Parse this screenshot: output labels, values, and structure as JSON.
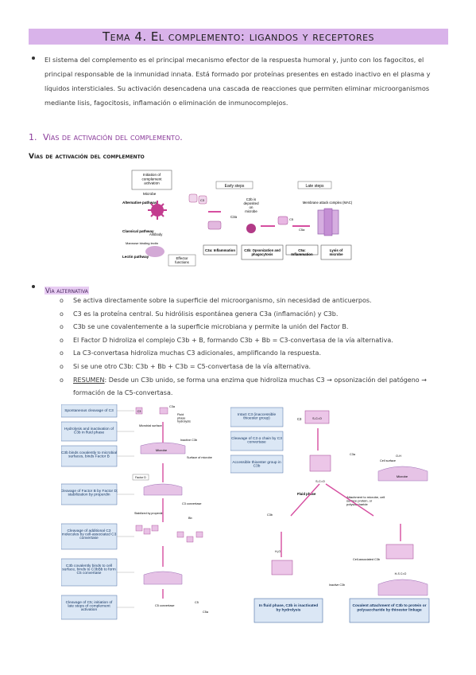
{
  "title": "Tema 4. El complemento: ligandos y receptores",
  "intro": "El sistema del complemento es el principal mecanismo efector de la respuesta humoral y, junto con los fagocitos, el principal responsable de la inmunidad innata. Está formado por proteínas presentes en estado inactivo en el plasma y líquidos intersticiales. Su activación desencadena una cascada de reacciones que permiten eliminar microorganismos mediante lisis, fagocitosis, inflamación o eliminación de inmunocomplejos.",
  "section1": {
    "number": "1.",
    "title": "Vías de activación del complemento."
  },
  "subheading": "Vías de activación del complemento",
  "figure1": {
    "initiation": "Initiation of complement activation",
    "early": "Early steps",
    "late": "Late steps",
    "microbe": "Microbe",
    "alternative": "Alternative pathway",
    "classical": "Classical pathway",
    "antibody": "Antibody",
    "mannose": "Mannose binding lectin",
    "lectin": "Lectin pathway",
    "c3": "C3",
    "c3a": "C3a",
    "c3b_deposit": "C3b is deposited on microbe",
    "c5": "C5",
    "c5a": "C5a",
    "mac": "Membrane attack complex (MAC)",
    "effector": "Effector functions",
    "box_c3a": "C3a: Inflammation",
    "box_c3b": "C3b: Opsonization and phagocytosis",
    "box_c5a": "C5a: Inflammation",
    "box_lysis": "Lysis of microbe"
  },
  "via_alternativa": {
    "label": "Vía alternativa",
    "items": [
      {
        "text": "Se activa directamente sobre la superficie del microorganismo, sin necesidad de anticuerpos."
      },
      {
        "text": "C3 es la proteína central. Su hidrólisis espontánea genera C3a (inflamación) y C3b."
      },
      {
        "text": "C3b se une covalentemente a la superficie microbiana y permite la unión del Factor B."
      },
      {
        "text": "El Factor D hidroliza el complejo C3b + B, formando C3b + Bb = C3-convertasa de la vía alternativa."
      },
      {
        "text": "La C3-convertasa hidroliza muchas C3 adicionales, amplificando la respuesta."
      },
      {
        "text": "Si se une otro C3b: C3b + Bb + C3b = C5-convertasa de la vía alternativa."
      },
      {
        "lead": "RESUMEN",
        "text": ": Desde un C3b unido, se forma una enzima que hidroliza muchas C3 → opsonización del patógeno → formación de la C5-convertasa."
      }
    ]
  },
  "figure2": {
    "steps": [
      "Spontaneous cleavage of C3",
      "Hydrolysis and inactivation of C3b in fluid phase",
      "C3b binds covalently to microbial surfaces, binds Factor B",
      "Cleavage of Factor B by Factor D; stabilization by properdin",
      "Cleavage of additional C3 molecules by cell-associated C3 convertase",
      "C3b covalently binds to cell surface, binds to C3bBb to form C5 convertase",
      "Cleavage of C5; initiation of late steps of complement activation"
    ],
    "fluid_phase_hydrolysis": "Fluid phase hydrolysis",
    "microbial_surface": "Microbial surface",
    "inactive_c3b": "Inactive C3b",
    "microbe": "Microbe",
    "surface_of_microbe": "Surface of microbe",
    "factor_d": "Factor D",
    "c3_convertase": "C3 convertase",
    "stabilized": "Stabilized by properdin",
    "c5_convertase": "C5 convertase",
    "right_boxes": [
      "Intact C3 (inaccessible thioester group)",
      "Cleavage of C3 α chain by C3 convertase",
      "Accessible thioester group in C3b"
    ],
    "cell_surface": "Cell surface",
    "attachment": "Attachment to microbe, cell surface protein, or polysaccharide",
    "fluid_phase": "Fluid phase",
    "cell_associated": "Cell-associated C3b",
    "inactive": "Inactive C3b",
    "bottom_left": "In fluid phase, C3b is inactivated by hydrolysis",
    "bottom_right": "Covalent attachment of C3b to protein or polysaccharide by thioester linkage",
    "c3": "C3",
    "c3b": "C3b",
    "c3a": "C3a",
    "c5": "C5",
    "c5a": "C5a",
    "c5b": "C5b",
    "bb": "Bb",
    "ba": "Ba",
    "b": "B",
    "thioester": "S-C=O",
    "oh": "O-H",
    "h2o": "H₂O",
    "hsco": "H-S C=O"
  },
  "colors": {
    "title_bg": "#d9b3ea",
    "highlight": "#e8cdf3",
    "magenta": "#d64ea0",
    "purple": "#9b6cb5",
    "teal": "#3b8fa3"
  }
}
